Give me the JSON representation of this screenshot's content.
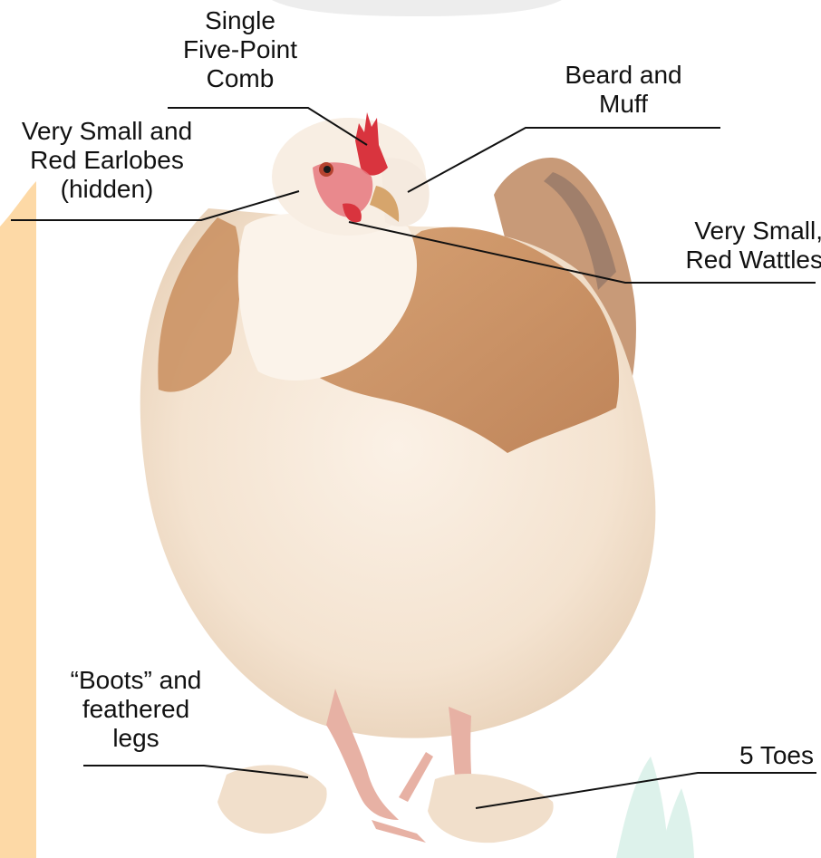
{
  "labels": {
    "comb": [
      "Single",
      "Five-Point",
      "Comb"
    ],
    "beard": [
      "Beard and",
      "Muff"
    ],
    "earlobes": [
      "Very Small and",
      "Red Earlobes",
      "(hidden)"
    ],
    "wattles": [
      "Very Small,",
      "Red Wattles"
    ],
    "boots": [
      "“Boots” and",
      "feathered",
      "legs"
    ],
    "toes": [
      "5 Toes"
    ]
  },
  "colors": {
    "accent_band": "#FDD9A6",
    "leaf": "#DDF2EB",
    "plumage_white": "#F7EBDD",
    "plumage_buff": "#C98E5E",
    "comb_red": "#D9343E",
    "leg_pink": "#E7B1A4",
    "callout_line": "#111111"
  },
  "icons": {
    "illustration": "chicken-illustration"
  }
}
